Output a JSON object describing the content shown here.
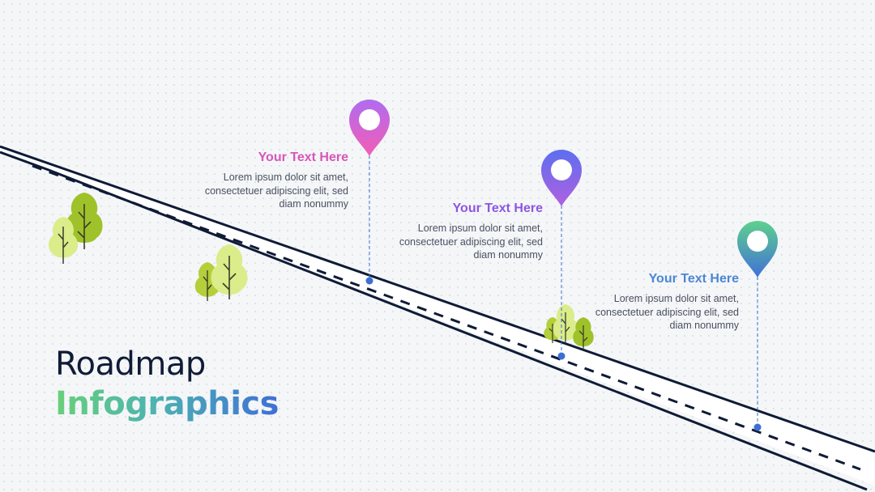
{
  "title": {
    "line1": "Roadmap",
    "line2": "Infographics"
  },
  "milestones": [
    {
      "title": "Your Text Here",
      "body_lines": [
        "Lorem ipsum dolor sit amet,",
        "consectetuer adipiscing elit, sed",
        "diam nonummy"
      ],
      "color_top": "#b06cf0",
      "color_bottom": "#f35db5",
      "title_color": "#d856b9"
    },
    {
      "title": "Your Text Here",
      "body_lines": [
        "Lorem ipsum dolor sit amet,",
        "consectetuer adipiscing elit, sed",
        "diam nonummy"
      ],
      "color_top": "#5c6ff0",
      "color_bottom": "#b060e0",
      "title_color": "#8d57e0"
    },
    {
      "title": "Your Text Here",
      "body_lines": [
        "Lorem ipsum dolor sit amet,",
        "consectetuer adipiscing elit, sed",
        "diam nonummy"
      ],
      "color_top": "#5ed18c",
      "color_bottom": "#4170d8",
      "title_color": "#4d86d3"
    }
  ],
  "colors": {
    "road_edge": "#0f1b36",
    "guide_line": "#3b6fd4",
    "tree_dark": "#9fc22a",
    "tree_light": "#dbec8a",
    "tree_trunk": "#3b3f2a"
  },
  "icons": {
    "marker": "map-pin-icon",
    "tree": "tree-icon"
  }
}
